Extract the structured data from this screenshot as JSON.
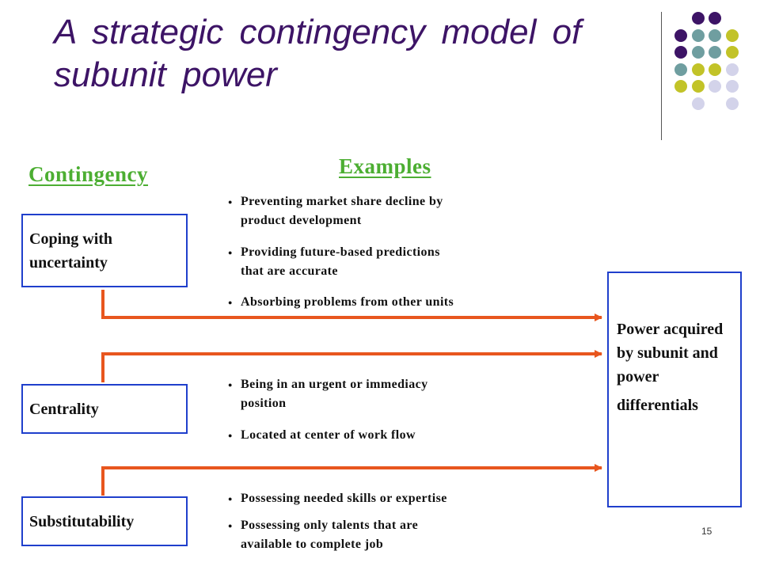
{
  "title": "A  strategic  contingency  model  of  subunit  power",
  "headings": {
    "contingency": "Contingency",
    "examples": "Examples"
  },
  "contingencies": [
    {
      "line1": "Coping with",
      "line2": "uncertainty"
    },
    {
      "line1": "Centrality"
    },
    {
      "line1": "Substitutability"
    }
  ],
  "examples": [
    {
      "line1": "Preventing market share decline by",
      "line2": "product development"
    },
    {
      "line1": "Providing future-based predictions",
      "line2": "that are accurate"
    },
    {
      "line1": "Absorbing problems from other units"
    },
    {
      "line1": "Being in an urgent or immediacy",
      "line2": "position"
    },
    {
      "line1": "Located at center of work flow"
    },
    {
      "line1": "Possessing needed skills or expertise"
    },
    {
      "line1": "Possessing only talents that are",
      "line2": "available to complete job"
    }
  ],
  "outcome": {
    "line1": "Power acquired by subunit and power",
    "line2": "differentials"
  },
  "page_number": "15",
  "colors": {
    "title": "#3d1466",
    "heading_green": "#4cae32",
    "box_border": "#1f3fcc",
    "arrow": "#e8561e",
    "dot_purple": "#3d1466",
    "dot_teal": "#6f9ea0",
    "dot_olive": "#c2c328",
    "dot_lavender": "#d3d3ea"
  },
  "dot_colors": [
    "dot_purple",
    "dot_teal",
    "dot_olive",
    "dot_lavender"
  ]
}
